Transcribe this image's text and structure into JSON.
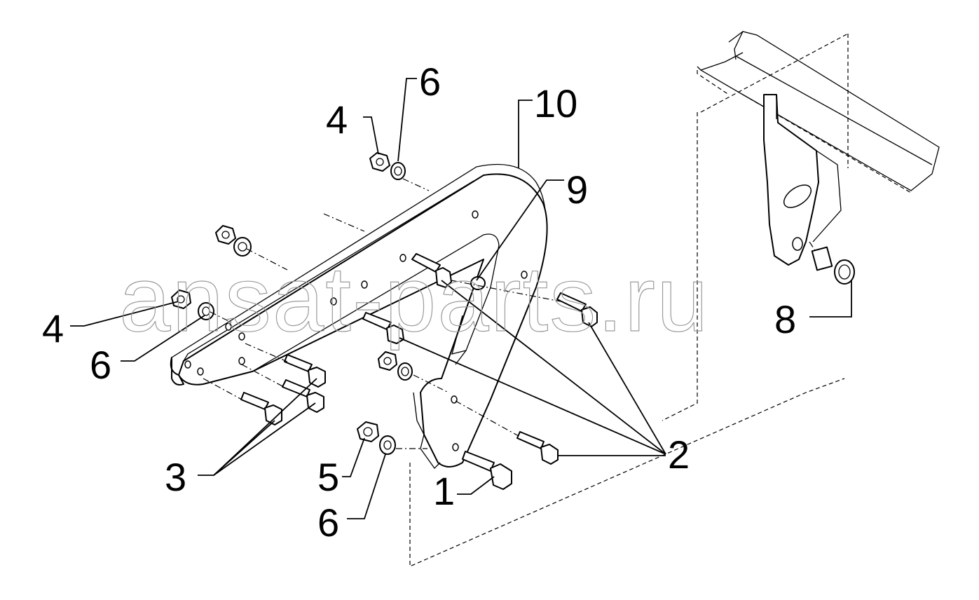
{
  "watermark": "ansat-parts.ru",
  "callouts": {
    "c1": "1",
    "c2": "2",
    "c3": "3",
    "c4a": "4",
    "c4b": "4",
    "c5": "5",
    "c6a": "6",
    "c6b": "6",
    "c6c": "6",
    "c8": "8",
    "c9": "9",
    "c10": "10"
  }
}
